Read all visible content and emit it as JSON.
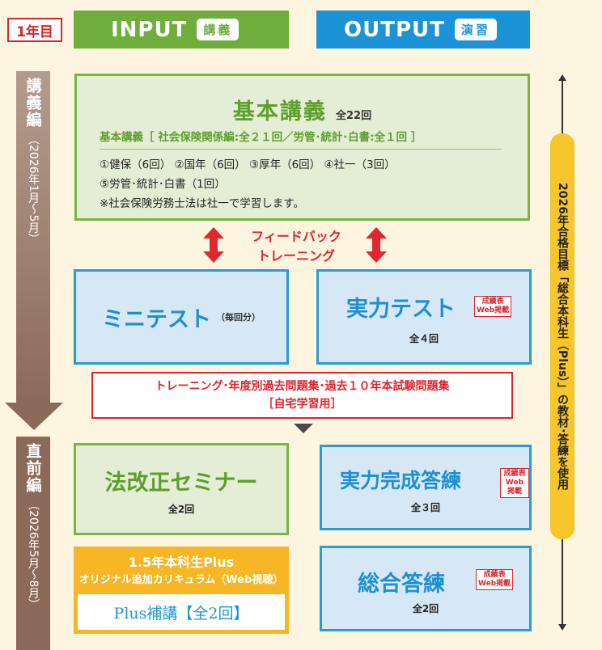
{
  "header": {
    "year": "1年目",
    "input": {
      "title": "INPUT",
      "badge": "講義"
    },
    "output": {
      "title": "OUTPUT",
      "badge": "演習"
    }
  },
  "phases": {
    "lecture": {
      "title": "講義編",
      "period": "（2026年1月～5月）"
    },
    "final": {
      "title": "直前編",
      "period": "（2026年5月～8月）"
    }
  },
  "kihon": {
    "title": "基本講義",
    "count": "全22回",
    "sub": "基本講義［ 社会保険関係編:全２１回／労管･統計･白書:全１回 ］",
    "detail_lines": [
      "①健保（6回） ②国年（6回） ③厚年（6回） ④社一（3回）",
      "⑤労管･統計･白書（1回）",
      "※社会保険労務士法は社一で学習します。"
    ]
  },
  "feedback": {
    "line1": "フィードバック",
    "line2": "トレーニング"
  },
  "mini_test": {
    "title": "ミニテスト",
    "count": "（毎回分）"
  },
  "jitsuryoku_test": {
    "title": "実力テスト",
    "count": "全４回",
    "badge_line1": "成績表",
    "badge_line2": "Web掲載"
  },
  "training": {
    "line1": "トレーニング･年度別過去問題集･過去１０年本試験問題集",
    "line2": "［自宅学習用］"
  },
  "hokaisei": {
    "title": "法改正セミナー",
    "count": "全2回"
  },
  "kansei": {
    "title": "実力完成答練",
    "count": "全３回",
    "badge_line1": "成績表",
    "badge_line2": "Web掲載"
  },
  "plus": {
    "line1": "1.5年本科生Plus",
    "line2": "オリジナル追加カリキュラム（Web視聴）",
    "inner": "Plus補講【全2回】"
  },
  "sogo": {
    "title": "総合答練",
    "count": "全2回",
    "badge_line1": "成績表",
    "badge_line2": "Web掲載"
  },
  "side_label": "2026年合格目標「総合本科生（Plus）」の教材･答練を使用",
  "colors": {
    "green": "#6fae3c",
    "blue": "#1b93d6",
    "red": "#d9262e",
    "yellow": "#f7c62b",
    "brown": "#8b6a5a"
  }
}
